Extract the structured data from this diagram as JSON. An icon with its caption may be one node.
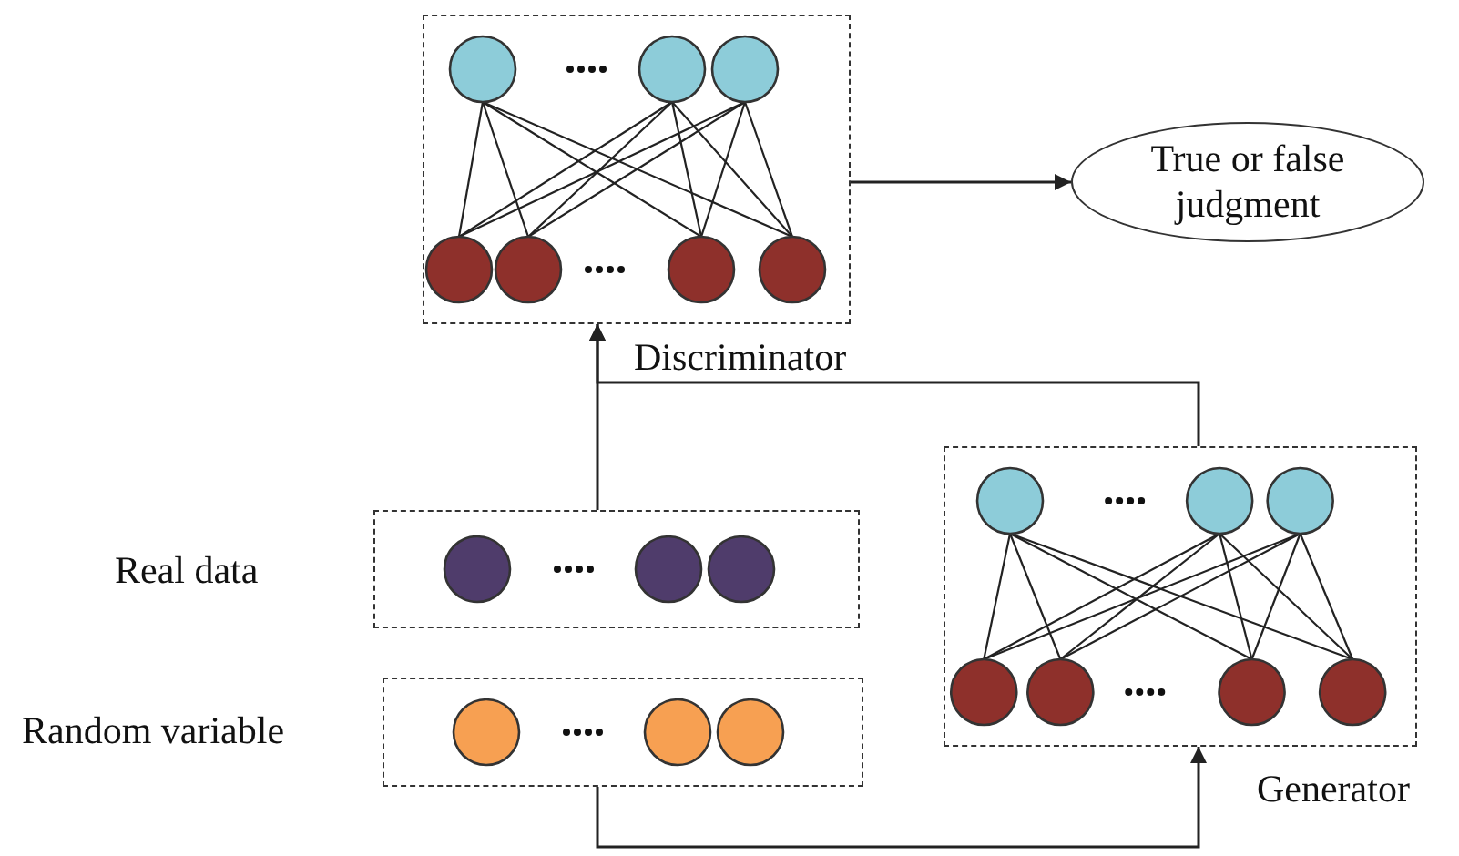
{
  "diagram": {
    "nodes": [
      {
        "text": [
          "Discriminator"
        ]
      },
      {
        "text": [
          "True or false judgment"
        ]
      },
      {
        "text": [
          "Real data"
        ]
      },
      {
        "text": [
          "Random variable"
        ]
      },
      {
        "text": [
          "Generator"
        ]
      }
    ],
    "edges": [
      {
        "from": 0,
        "to": 1,
        "arrow": "to"
      },
      {
        "from": 2,
        "to": 0,
        "arrow": "to"
      },
      {
        "from": 4,
        "to": 0,
        "arrow": "to"
      },
      {
        "from": 3,
        "to": 4,
        "arrow": "to"
      }
    ]
  }
}
